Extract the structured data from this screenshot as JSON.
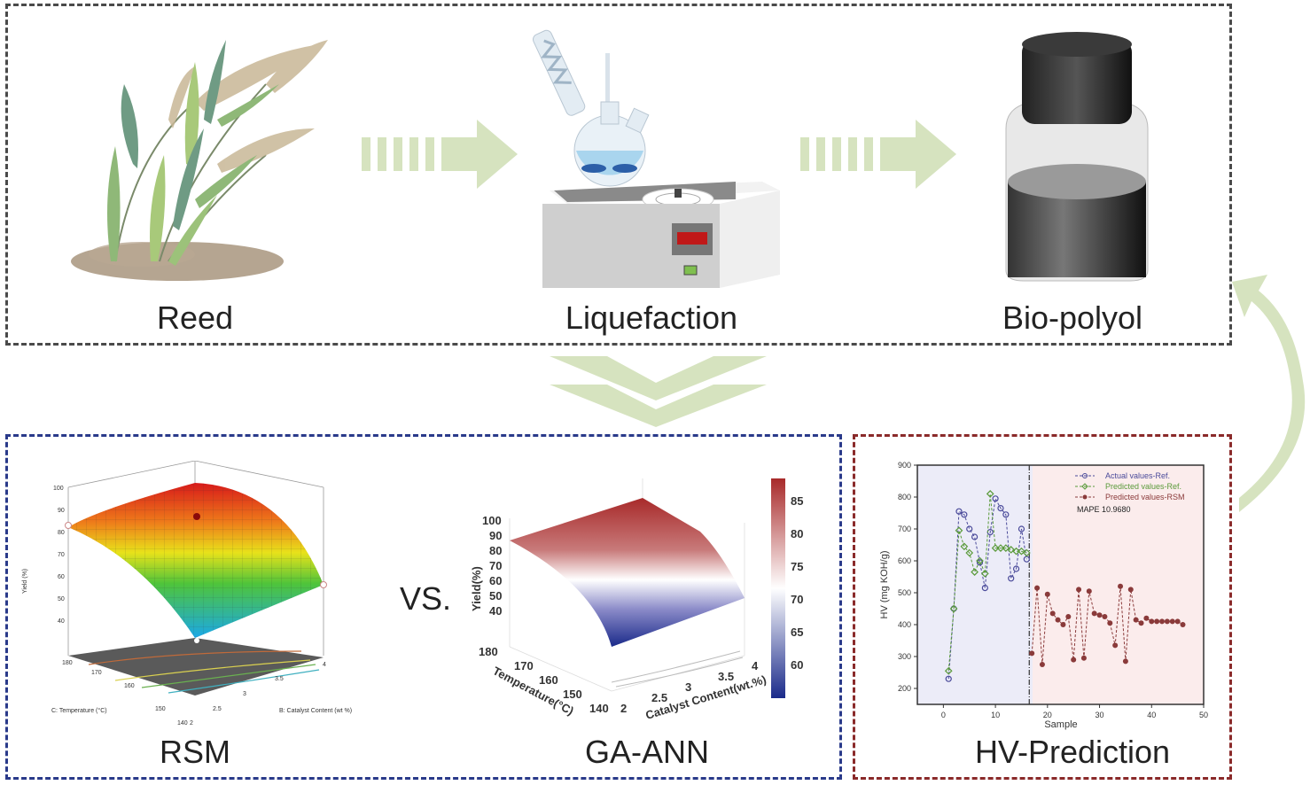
{
  "stages": {
    "reed": "Reed",
    "liquefaction": "Liquefaction",
    "biopolyol": "Bio-polyol"
  },
  "methods": {
    "rsm": "RSM",
    "vs": "VS.",
    "ga_ann": "GA-ANN",
    "hv_prediction": "HV-Prediction"
  },
  "colors": {
    "arrow": "#d6e3bf",
    "top_border": "#4a4a4a",
    "rsm_border": "#2a3a8a",
    "hv_border": "#8a2a2a"
  },
  "rsm_plot": {
    "z_label": "Yield (%)",
    "z_ticks": [
      "40",
      "50",
      "60",
      "70",
      "80",
      "90",
      "100"
    ],
    "x_label": "C: Temperature (°C)",
    "x_ticks": [
      "140",
      "150",
      "160",
      "170",
      "180"
    ],
    "y_label": "B: Catalyst  Content (wt %)",
    "y_ticks": [
      "2",
      "2.5",
      "3",
      "3.5",
      "4"
    ]
  },
  "ga_ann_plot": {
    "z_label": "Yield(%)",
    "z_ticks": [
      "40",
      "50",
      "60",
      "70",
      "80",
      "90",
      "100"
    ],
    "x_label": "Temperature(°C)",
    "x_ticks": [
      "140",
      "150",
      "160",
      "170",
      "180"
    ],
    "y_label": "Catalyst Content(wt.%)",
    "y_ticks": [
      "2",
      "2.5",
      "3",
      "3.5",
      "4"
    ],
    "colorbar_ticks": [
      "60",
      "65",
      "70",
      "75",
      "80",
      "85"
    ]
  },
  "chart_data": {
    "type": "line",
    "title": "",
    "xlabel": "Sample",
    "ylabel": "HV (mg KOH/g)",
    "xlim": [
      -5,
      50
    ],
    "ylim": [
      150,
      900
    ],
    "x_ticks": [
      "0",
      "10",
      "20",
      "30",
      "40",
      "50"
    ],
    "y_ticks": [
      "200",
      "300",
      "400",
      "500",
      "600",
      "700",
      "800",
      "900"
    ],
    "divider_x": 16.5,
    "legend_position": "top-right",
    "annotation": "MAPE  10.9680",
    "series": [
      {
        "name": "Actual values-Ref.",
        "color": "#4a4a9a",
        "x": [
          1,
          2,
          3,
          4,
          5,
          6,
          7,
          8,
          9,
          10,
          11,
          12,
          13,
          14,
          15,
          16
        ],
        "values": [
          230,
          450,
          755,
          745,
          700,
          675,
          595,
          515,
          690,
          795,
          765,
          745,
          545,
          575,
          700,
          605
        ]
      },
      {
        "name": "Predicted values-Ref.",
        "color": "#5a9a3a",
        "x": [
          1,
          2,
          3,
          4,
          5,
          6,
          7,
          8,
          9,
          10,
          11,
          12,
          13,
          14,
          15,
          16
        ],
        "values": [
          255,
          450,
          695,
          645,
          625,
          565,
          600,
          560,
          810,
          640,
          640,
          640,
          635,
          630,
          630,
          625
        ]
      },
      {
        "name": "Predicted values-RSM",
        "color": "#8a3a3a",
        "x": [
          17,
          18,
          19,
          20,
          21,
          22,
          23,
          24,
          25,
          26,
          27,
          28,
          29,
          30,
          31,
          32,
          33,
          34,
          35,
          36,
          37,
          38,
          39,
          40,
          41,
          42,
          43,
          44,
          45,
          46
        ],
        "values": [
          310,
          515,
          275,
          495,
          435,
          415,
          400,
          425,
          290,
          510,
          295,
          505,
          435,
          430,
          425,
          405,
          335,
          520,
          285,
          510,
          415,
          405,
          420,
          410,
          410,
          410,
          410,
          410,
          410,
          400
        ]
      }
    ]
  }
}
